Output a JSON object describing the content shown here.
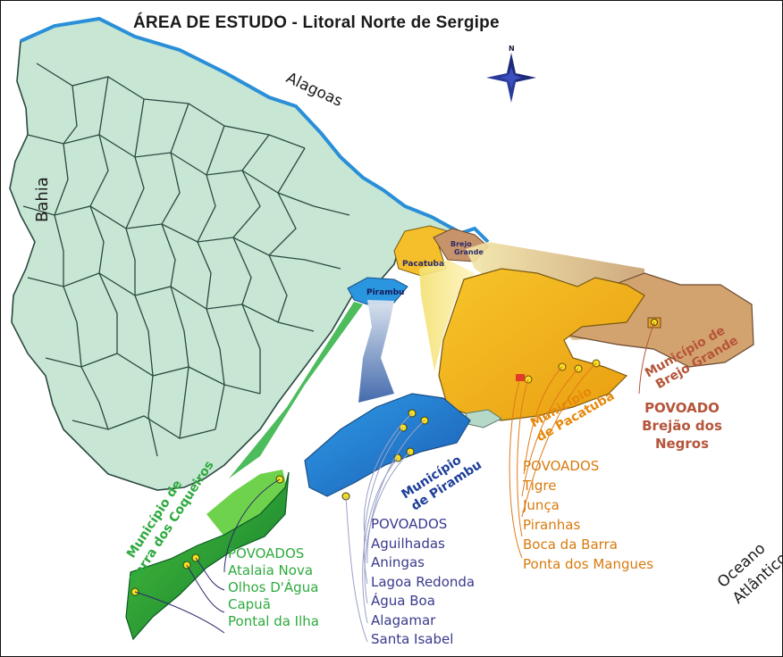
{
  "title": "ÁREA DE ESTUDO - Litoral Norte de Sergipe",
  "compass": {
    "north": "N"
  },
  "labels": {
    "bahia": "Bahia",
    "alagoas": "Alagoas",
    "oceano_line1": "Oceano",
    "oceano_line2": "Atlântico",
    "pacatuba_small": "Pacatuba",
    "brejo_small_1": "Brejo",
    "brejo_small_2": "Grande",
    "pirambu_small": "Pirambu"
  },
  "municipalities": {
    "barra": {
      "name_line1": "Município de",
      "name_line2": "Barra dos Coqueiros",
      "heading": "POVOADOS",
      "villages": [
        "Atalaia Nova",
        "Olhos D'Água",
        "Capuã",
        "Pontal da Ilha"
      ]
    },
    "pirambu": {
      "name_line1": "Município",
      "name_line2": "de Pirambu",
      "heading": "POVOADOS",
      "villages": [
        "Aguilhadas",
        "Aningas",
        "Lagoa Redonda",
        "Água Boa",
        "Alagamar",
        "Santa Isabel"
      ]
    },
    "pacatuba": {
      "name_line1": "Município",
      "name_line2": "de Pacatuba",
      "heading": "POVOADOS",
      "villages": [
        "Tigre",
        "Junça",
        "Piranhas",
        "Boca da Barra",
        "Ponta dos Mangues"
      ]
    },
    "brejo": {
      "name_line1": "Município de",
      "name_line2": "Brejo Grande",
      "heading": "POVOADO",
      "villages": [
        "Brejão dos",
        "Negros"
      ]
    }
  },
  "colors": {
    "state": "#c8e6d4",
    "coast": "#2a8fd8",
    "barra": "#2eaa3e",
    "pirambu": "#1e6fb5",
    "pacatuba": "#e5890a",
    "brejo": "#b5553a",
    "purple_text": "#3a3a8c"
  }
}
